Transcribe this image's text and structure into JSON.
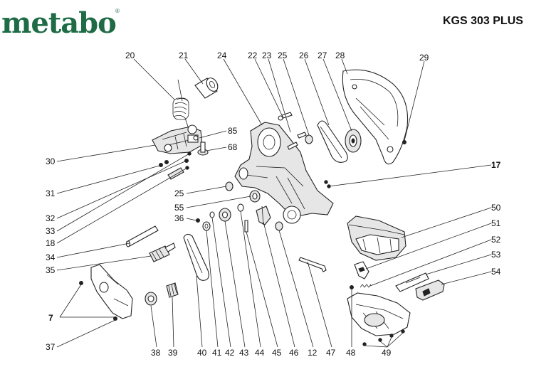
{
  "brand": {
    "logo": "metabo",
    "registered_mark": "®"
  },
  "model": "KGS 303 PLUS",
  "callouts": {
    "p20": "20",
    "p21": "21",
    "p24": "24",
    "p22": "22",
    "p23": "23",
    "p25a": "25",
    "p26": "26",
    "p27": "27",
    "p28": "28",
    "p29": "29",
    "p85": "85",
    "p68": "68",
    "p30": "30",
    "p31": "31",
    "p32": "32",
    "p33": "33",
    "p18": "18",
    "p25b": "25",
    "p55": "55",
    "p36": "36",
    "p34": "34",
    "p35": "35",
    "p7": "7",
    "p37": "37",
    "p38": "38",
    "p39": "39",
    "p40": "40",
    "p41": "41",
    "p42": "42",
    "p43": "43",
    "p44": "44",
    "p45": "45",
    "p46": "46",
    "p12": "12",
    "p47": "47",
    "p48": "48",
    "p49": "49",
    "p17": "17",
    "p50": "50",
    "p51": "51",
    "p52": "52",
    "p53": "53",
    "p54": "54"
  }
}
